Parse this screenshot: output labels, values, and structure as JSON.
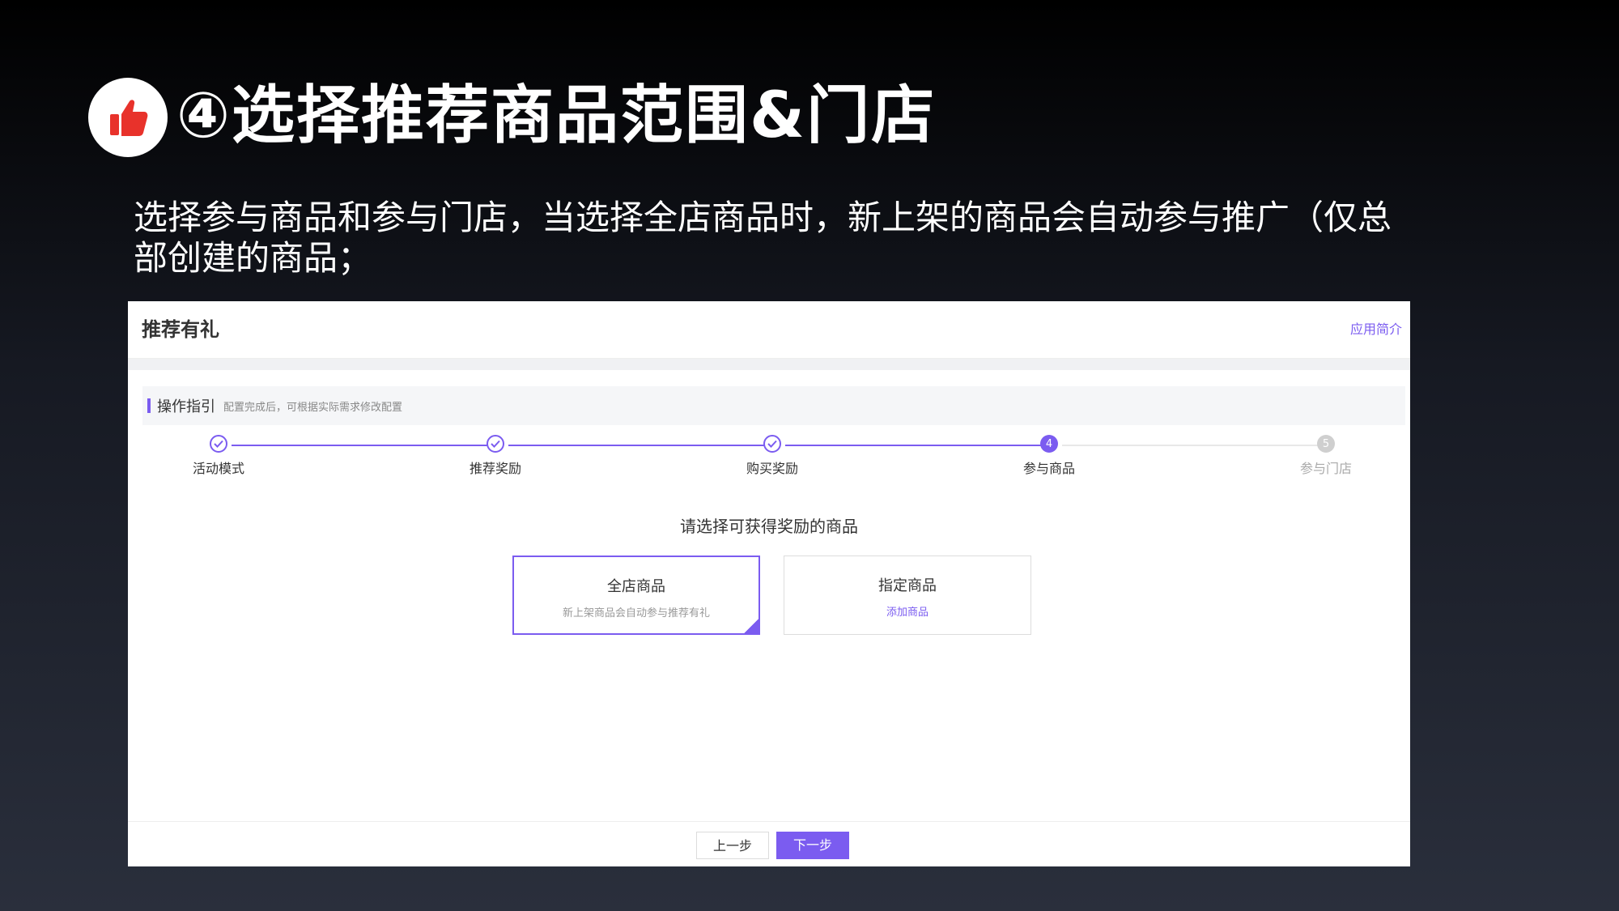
{
  "slide": {
    "title": "④选择推荐商品范围&门店",
    "description": "选择参与商品和参与门店，当选择全店商品时，新上架的商品会自动参与推广（仅总部创建的商品；",
    "icon": "thumbs-up-icon"
  },
  "app": {
    "title": "推荐有礼",
    "help_link": "应用简介"
  },
  "guide": {
    "title": "操作指引",
    "subtitle": "配置完成后，可根据实际需求修改配置"
  },
  "steps": [
    {
      "label": "活动模式",
      "status": "done"
    },
    {
      "label": "推荐奖励",
      "status": "done"
    },
    {
      "label": "购买奖励",
      "status": "done"
    },
    {
      "label": "参与商品",
      "status": "current",
      "number": "4"
    },
    {
      "label": "参与门店",
      "status": "todo",
      "number": "5"
    }
  ],
  "main": {
    "prompt": "请选择可获得奖励的商品",
    "options": [
      {
        "title": "全店商品",
        "subtitle": "新上架商品会自动参与推荐有礼",
        "selected": true
      },
      {
        "title": "指定商品",
        "subtitle": "添加商品",
        "selected": false
      }
    ]
  },
  "footer": {
    "prev_label": "上一步",
    "next_label": "下一步"
  },
  "colors": {
    "accent": "#7b5cf0",
    "icon_red": "#e8322b"
  }
}
